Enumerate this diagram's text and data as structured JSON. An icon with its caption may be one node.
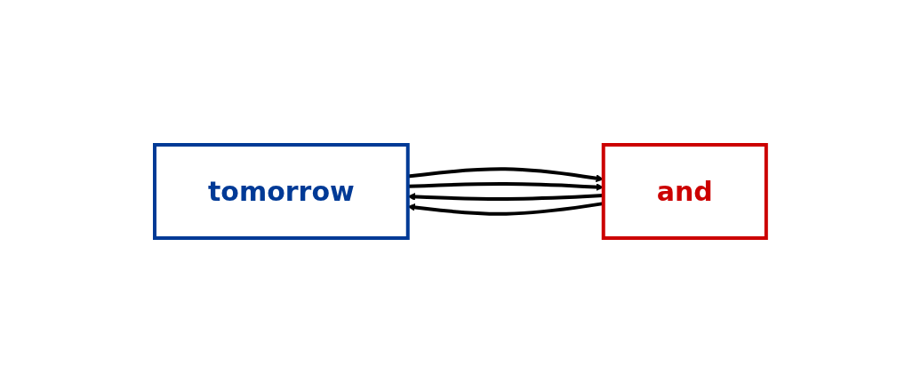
{
  "diagram": {
    "nodes": [
      {
        "text": [
          "tomorrow"
        ]
      },
      {
        "text": [
          "and"
        ]
      }
    ],
    "edges": [
      {
        "from": 0,
        "to": 1,
        "arrow": "to"
      },
      {
        "from": 0,
        "to": 1,
        "arrow": "to"
      },
      {
        "from": 1,
        "to": 0,
        "arrow": "to"
      },
      {
        "from": 1,
        "to": 0,
        "arrow": "to"
      }
    ]
  }
}
